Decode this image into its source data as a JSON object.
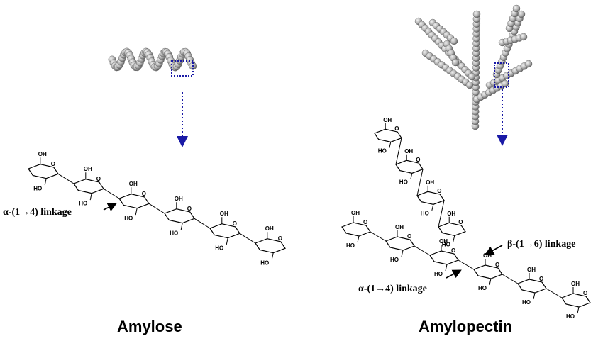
{
  "amylose": {
    "title": "Amylose",
    "linkage_label": "α-(1→4) linkage"
  },
  "amylopectin": {
    "title": "Amylopectin",
    "branch_linkage_label": "β-(1→6) linkage",
    "main_linkage_label": "α-(1→4)  linkage"
  },
  "structure_text": {
    "hydroxyl": "OH",
    "hydroxyl_left": "HO",
    "oxygen": "O"
  },
  "colors": {
    "pointer_arrow": "#1a1aa6",
    "zoom_box": "#1a1aa6",
    "sphere_base": "#8e8e8e",
    "sphere_highlight": "#f2f2f2",
    "bond": "#000000"
  }
}
